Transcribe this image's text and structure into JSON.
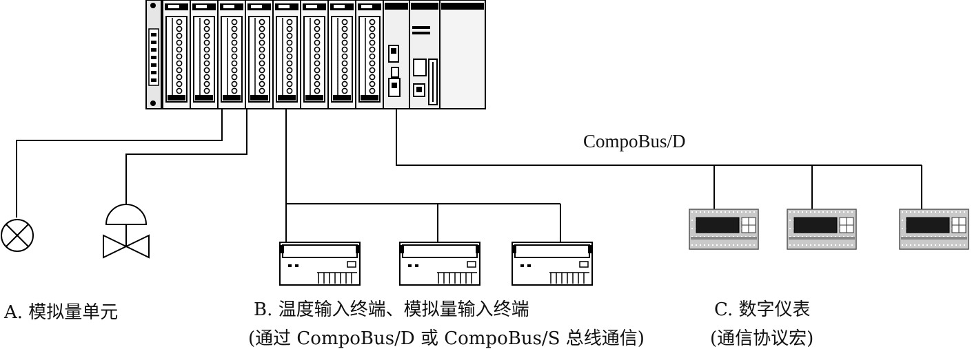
{
  "bus_label": "CompoBus/D",
  "captions": {
    "a": "A. 模拟量单元",
    "b_line1": "B. 温度输入终端、模拟量输入终端",
    "b_line2": "(通过 CompoBus/D 或 CompoBus/S 总线通信)",
    "c_line1": "C. 数字仪表",
    "c_line2": "(通信协议宏)"
  },
  "components": {
    "plc_io_modules": 8,
    "terminals": 3,
    "meters": 3
  },
  "colors": {
    "line": "#000000",
    "rack_fill": "#f4f4f4",
    "meter_fill": "#c9c9c9",
    "meter_display": "#1a1a1a"
  }
}
